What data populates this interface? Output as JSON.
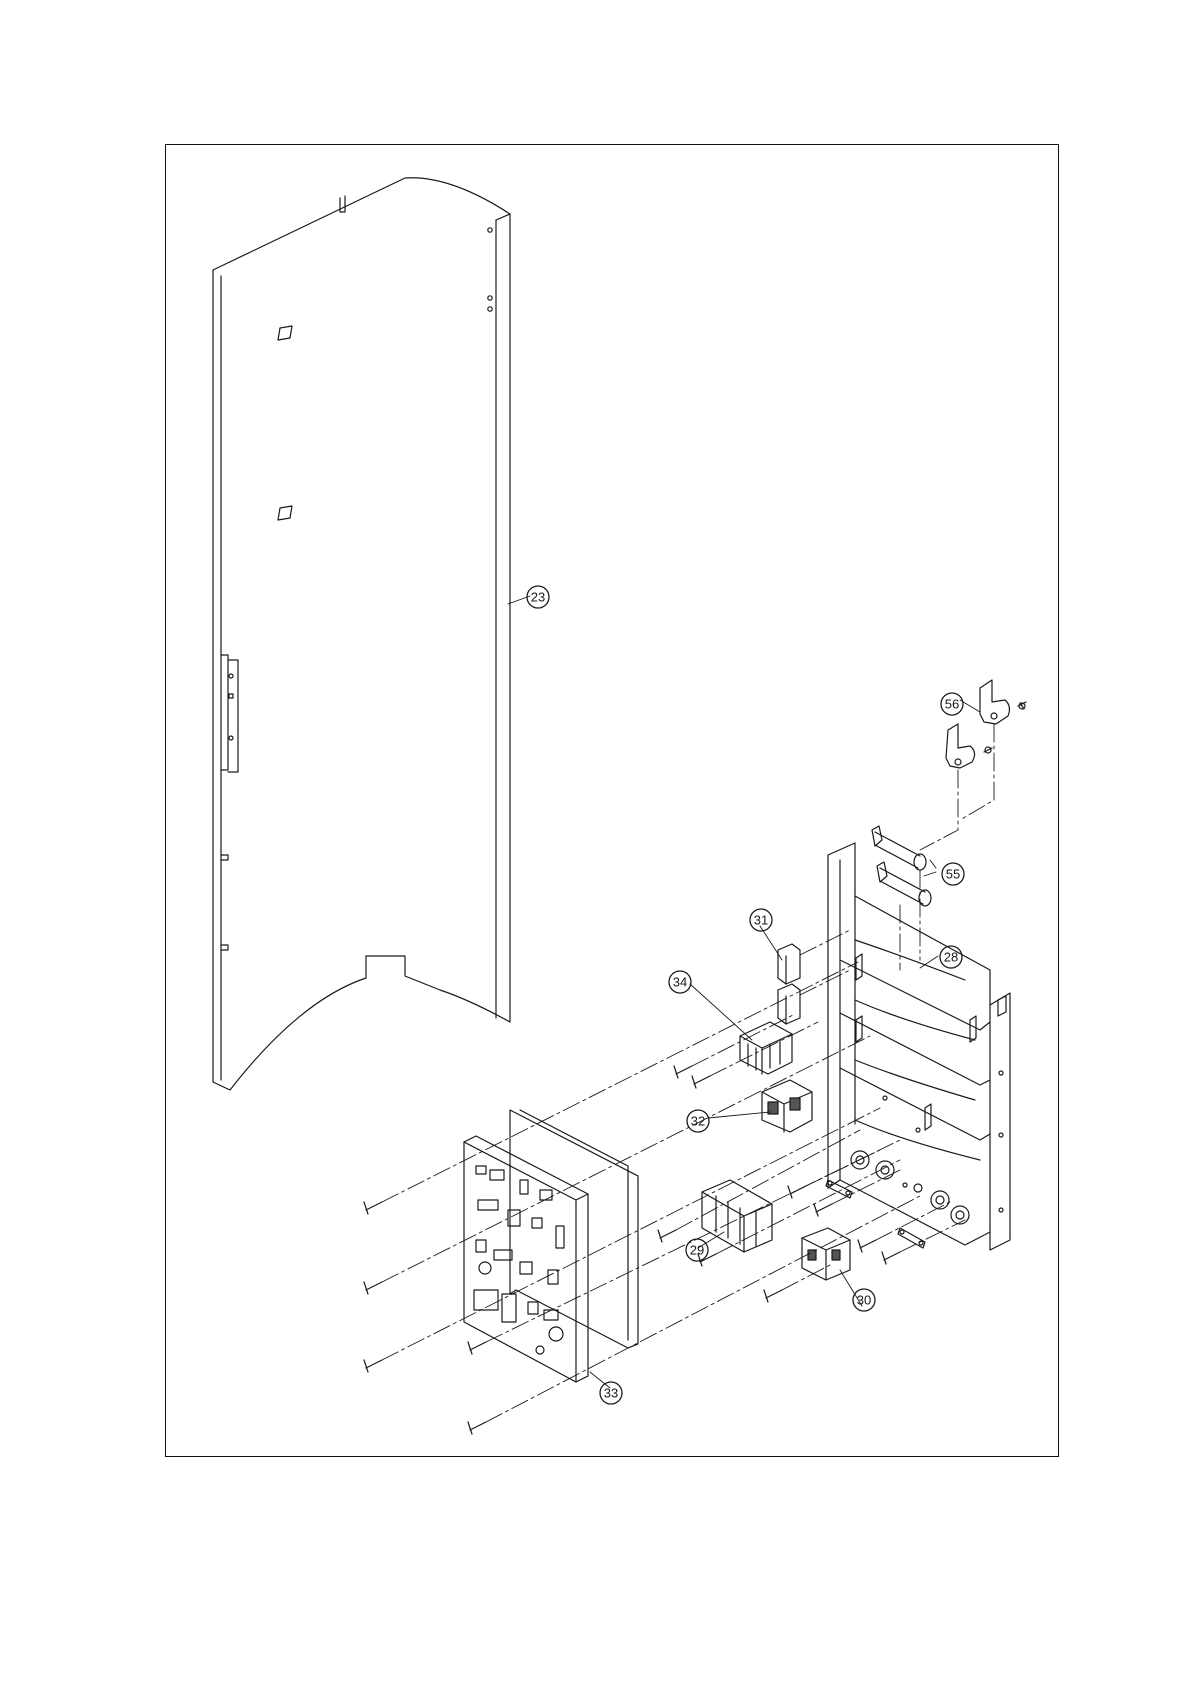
{
  "callouts": [
    {
      "id": "23",
      "label": "23"
    },
    {
      "id": "56",
      "label": "56"
    },
    {
      "id": "55",
      "label": "55"
    },
    {
      "id": "31",
      "label": "31"
    },
    {
      "id": "28",
      "label": "28"
    },
    {
      "id": "34",
      "label": "34"
    },
    {
      "id": "32",
      "label": "32"
    },
    {
      "id": "29",
      "label": "29"
    },
    {
      "id": "30",
      "label": "30"
    },
    {
      "id": "33",
      "label": "33"
    }
  ],
  "colors": {
    "line": "#1a1a1a",
    "paper": "#ffffff",
    "shade": "#555555"
  }
}
